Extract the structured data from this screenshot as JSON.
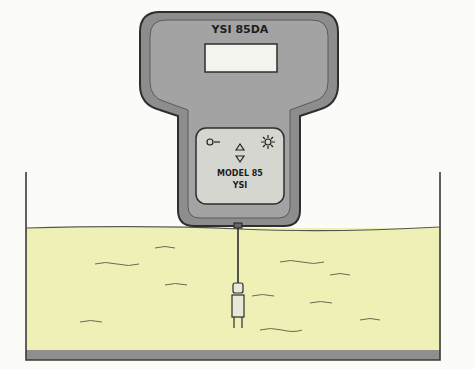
{
  "diagram": {
    "labels": [
      "YSI 85DA",
      "MODEL 85",
      "YSI"
    ]
  }
}
